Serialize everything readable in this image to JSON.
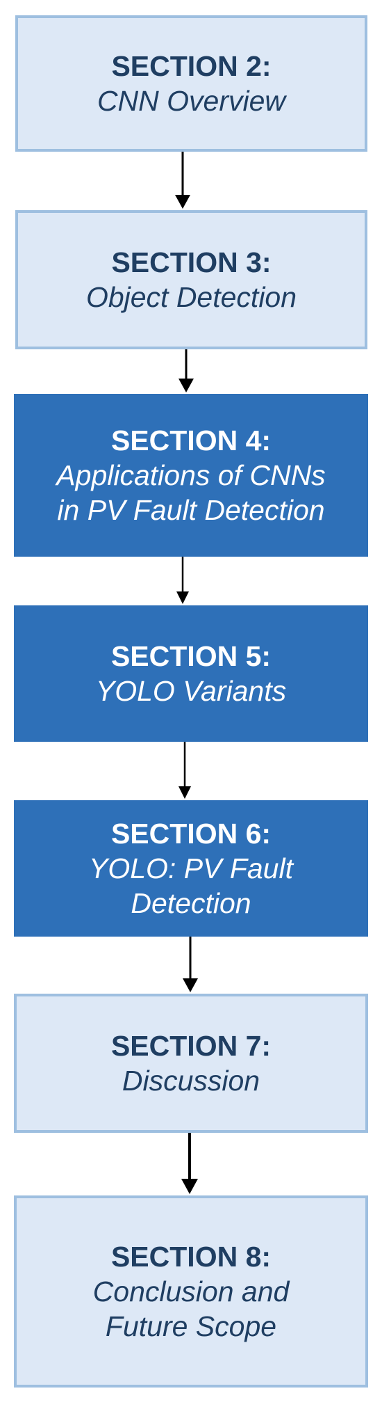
{
  "colors": {
    "light_fill": "#dde8f6",
    "light_border": "#9ebfe0",
    "light_text": "#1f3e62",
    "dark_fill": "#2e70b8",
    "dark_text": "#ffffff",
    "arrow": "#000000"
  },
  "sections": [
    {
      "heading": "SECTION 2:",
      "subtitle": "CNN Overview",
      "style": "light"
    },
    {
      "heading": "SECTION 3:",
      "subtitle": "Object Detection",
      "style": "light"
    },
    {
      "heading": "SECTION 4:",
      "subtitle": "Applications of CNNs\nin PV Fault Detection",
      "style": "dark"
    },
    {
      "heading": "SECTION 5:",
      "subtitle": "YOLO Variants",
      "style": "dark"
    },
    {
      "heading": "SECTION 6:",
      "subtitle": "YOLO: PV Fault\nDetection",
      "style": "dark"
    },
    {
      "heading": "SECTION 7:",
      "subtitle": "Discussion",
      "style": "light"
    },
    {
      "heading": "SECTION 8:",
      "subtitle": "Conclusion and\nFuture Scope",
      "style": "light"
    }
  ]
}
